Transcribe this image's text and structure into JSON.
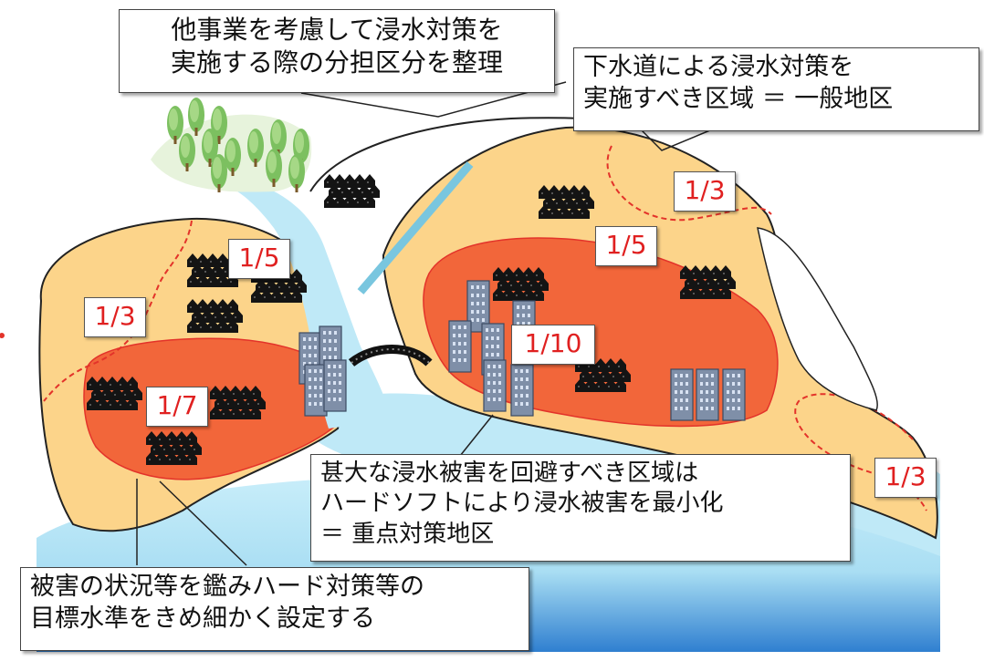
{
  "colors": {
    "land_outer": "#fcd48a",
    "priority_zone": "#f2663a",
    "water": "#bfe9f7",
    "river": "#bfe9f7",
    "boundary_dashed": "#e3332a",
    "ratio_text": "#e02020"
  },
  "callouts": {
    "top": [
      "他事業を考慮して浸水対策を",
      "実施する際の分担区分を整理"
    ],
    "top_right": [
      "下水道による浸水対策を",
      "実施すべき区域 ＝ 一般地区"
    ],
    "middle": [
      "甚大な浸水被害を回避すべき区域は",
      "ハードソフトにより浸水被害を最小化",
      " ＝ 重点対策地区"
    ],
    "bottom_left": [
      "被害の状況等を鑑みハード対策等の",
      "目標水準をきめ細かく設定する"
    ]
  },
  "ratios": {
    "left_upper": "1/5",
    "left_outer": "1/3",
    "left_priority": "1/7",
    "right_priority": "1/10",
    "right_mid": "1/5",
    "right_top": "1/3",
    "right_bottom": "1/3"
  },
  "icons": [
    "forest-icon",
    "house-cluster-icon",
    "office-building-icon",
    "bridge-icon"
  ]
}
